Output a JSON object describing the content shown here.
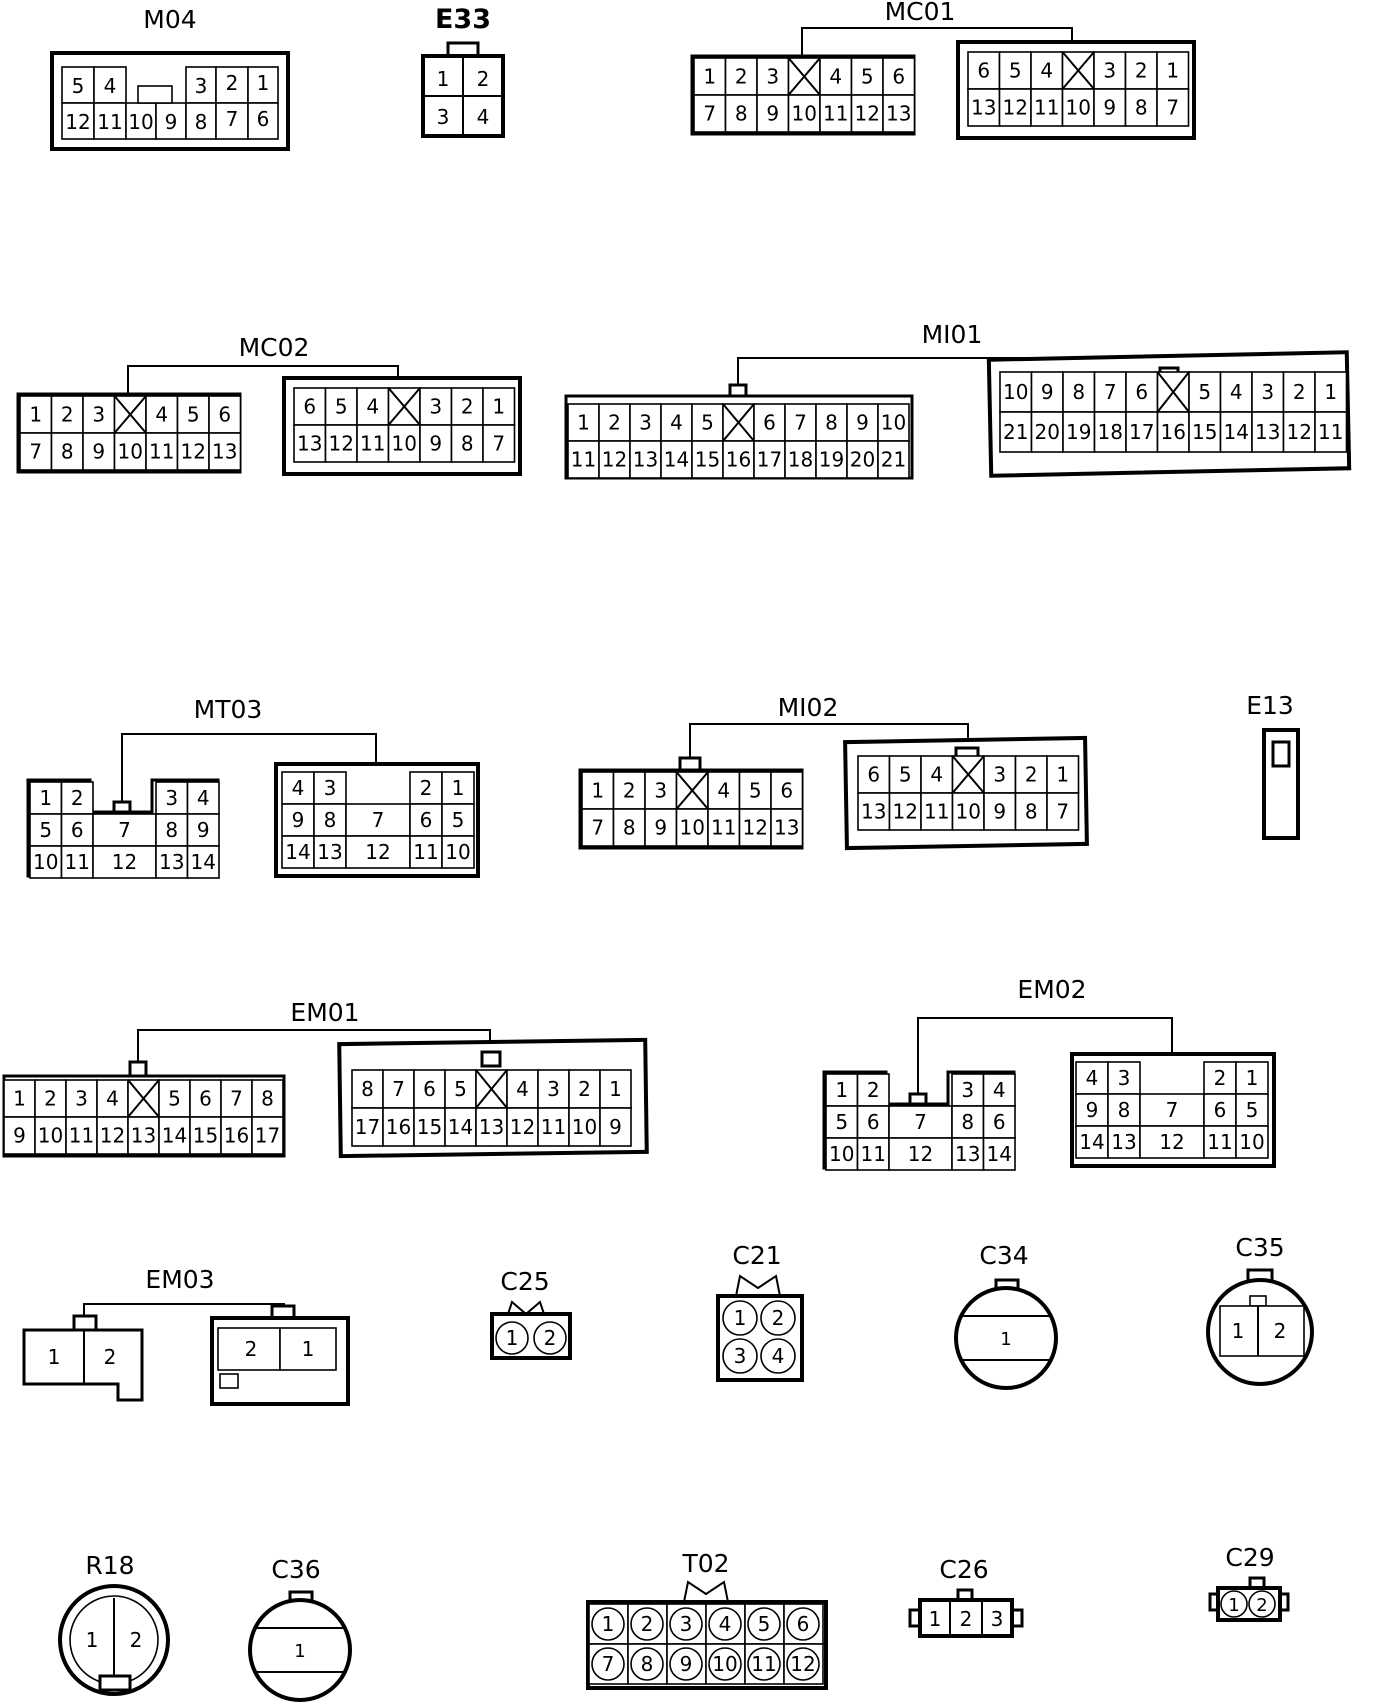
{
  "connectors": {
    "M04": {
      "label": "M04",
      "pins": [
        "5",
        "4",
        "3",
        "2",
        "1",
        "12",
        "11",
        "10",
        "9",
        "8",
        "7",
        "6"
      ]
    },
    "E33": {
      "label": "E33",
      "pins": [
        "1",
        "2",
        "3",
        "4"
      ]
    },
    "MC01": {
      "label": "MC01",
      "left": [
        "1",
        "2",
        "3",
        "4",
        "5",
        "6",
        "7",
        "8",
        "9",
        "10",
        "11",
        "12",
        "13"
      ],
      "right": [
        "6",
        "5",
        "4",
        "3",
        "2",
        "1",
        "13",
        "12",
        "11",
        "10",
        "9",
        "8",
        "7"
      ]
    },
    "MC02": {
      "label": "MC02",
      "left": [
        "1",
        "2",
        "3",
        "4",
        "5",
        "6",
        "7",
        "8",
        "9",
        "10",
        "11",
        "12",
        "13"
      ],
      "right": [
        "6",
        "5",
        "4",
        "3",
        "2",
        "1",
        "13",
        "12",
        "11",
        "10",
        "9",
        "8",
        "7"
      ]
    },
    "MI01": {
      "label": "MI01",
      "left": [
        "1",
        "2",
        "3",
        "4",
        "5",
        "6",
        "7",
        "8",
        "9",
        "10",
        "11",
        "12",
        "13",
        "14",
        "15",
        "16",
        "17",
        "18",
        "19",
        "20",
        "21"
      ],
      "right": [
        "10",
        "9",
        "8",
        "7",
        "6",
        "5",
        "4",
        "3",
        "2",
        "1",
        "21",
        "20",
        "19",
        "18",
        "17",
        "16",
        "15",
        "14",
        "13",
        "12",
        "11"
      ]
    },
    "MT03": {
      "label": "MT03",
      "left": [
        "1",
        "2",
        "3",
        "4",
        "5",
        "6",
        "7",
        "8",
        "9",
        "10",
        "11",
        "12",
        "13",
        "14"
      ],
      "right": [
        "4",
        "3",
        "2",
        "1",
        "9",
        "8",
        "7",
        "6",
        "5",
        "14",
        "13",
        "12",
        "11",
        "10"
      ]
    },
    "MI02": {
      "label": "MI02",
      "left": [
        "1",
        "2",
        "3",
        "4",
        "5",
        "6",
        "7",
        "8",
        "9",
        "10",
        "11",
        "12",
        "13"
      ],
      "right": [
        "6",
        "5",
        "4",
        "3",
        "2",
        "1",
        "13",
        "12",
        "11",
        "10",
        "9",
        "8",
        "7"
      ]
    },
    "E13": {
      "label": "E13"
    },
    "EM01": {
      "label": "EM01",
      "left": [
        "1",
        "2",
        "3",
        "4",
        "5",
        "6",
        "7",
        "8",
        "9",
        "10",
        "11",
        "12",
        "13",
        "14",
        "15",
        "16",
        "17"
      ],
      "right": [
        "8",
        "7",
        "6",
        "5",
        "4",
        "3",
        "2",
        "1",
        "17",
        "16",
        "15",
        "14",
        "13",
        "12",
        "11",
        "10",
        "9"
      ]
    },
    "EM02": {
      "label": "EM02",
      "left": [
        "1",
        "2",
        "3",
        "4",
        "5",
        "6",
        "7",
        "8",
        "6",
        "10",
        "11",
        "12",
        "13",
        "14"
      ],
      "right": [
        "4",
        "3",
        "2",
        "1",
        "9",
        "8",
        "7",
        "6",
        "5",
        "14",
        "13",
        "12",
        "11",
        "10"
      ]
    },
    "EM03": {
      "label": "EM03",
      "left": [
        "1",
        "2"
      ],
      "right": [
        "2",
        "1"
      ]
    },
    "C25": {
      "label": "C25",
      "pins": [
        "1",
        "2"
      ]
    },
    "C21": {
      "label": "C21",
      "pins": [
        "1",
        "2",
        "3",
        "4"
      ]
    },
    "C34": {
      "label": "C34",
      "pins": [
        "1"
      ]
    },
    "C35": {
      "label": "C35",
      "pins": [
        "1",
        "2"
      ]
    },
    "R18": {
      "label": "R18",
      "pins": [
        "1",
        "2"
      ]
    },
    "C36": {
      "label": "C36",
      "pins": [
        "1"
      ]
    },
    "T02": {
      "label": "T02",
      "pins": [
        "1",
        "2",
        "3",
        "4",
        "5",
        "6",
        "7",
        "8",
        "9",
        "10",
        "11",
        "12"
      ]
    },
    "C26": {
      "label": "C26",
      "pins": [
        "1",
        "2",
        "3"
      ]
    },
    "C29": {
      "label": "C29",
      "pins": [
        "1",
        "2"
      ]
    }
  }
}
